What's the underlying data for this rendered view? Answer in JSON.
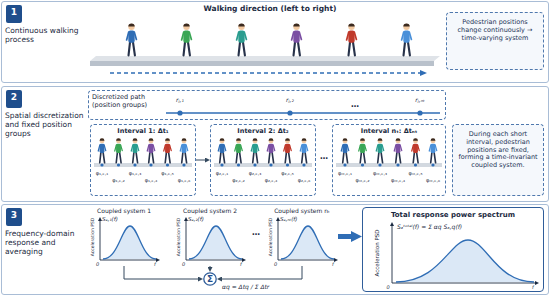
{
  "diagram": {
    "nodes": [
      {
        "text": [
          "Continuous walking process"
        ]
      },
      {
        "text": [
          "1"
        ],
        "in": 0
      },
      {
        "text": [
          "Pedestrian positions change continuously → time-varying system"
        ],
        "in": 0
      },
      {
        "text": [
          "Spatial discretization and fixed position groups"
        ]
      },
      {
        "text": [
          "2"
        ],
        "in": 3
      },
      {
        "text": [
          "Discretized path (position groups)"
        ],
        "in": 3
      },
      {
        "text": [
          "Interval 1: Δt₁"
        ],
        "in": 3
      },
      {
        "text": [
          "Interval 2: Δt₂"
        ],
        "in": 3
      },
      {
        "text": [
          "Interval nₜ: Δtₙₜ"
        ],
        "in": 3
      },
      {
        "text": [
          "During each short interval, pedestrian positions are fixed, forming a time-invariant coupled system."
        ],
        "in": 3
      },
      {
        "text": [
          "Frequency-domain response and averaging"
        ]
      },
      {
        "text": [
          "3"
        ],
        "in": 10
      },
      {
        "text": [
          "Coupled system 1",
          "Sₐ,₁(f)"
        ],
        "in": 10
      },
      {
        "text": [
          "Coupled system 2",
          "Sₐ,₂(f)"
        ],
        "in": 10
      },
      {
        "text": [
          "Coupled system nₜ",
          "Sₐ,ₙₜ(f)"
        ],
        "in": 10
      },
      {
        "text": [
          "Σ"
        ],
        "in": 10
      },
      {
        "text": [
          "Total response power spectrum",
          "Sₐᵗᵒᵗᵃˡ(f) = Σ αq Sₐ,q(f)"
        ],
        "in": 10
      }
    ],
    "edges": [
      {
        "from": 6,
        "to": 7,
        "arrow": "to"
      },
      {
        "from": 12,
        "to": 15,
        "arrow": "to"
      },
      {
        "from": 13,
        "to": 15,
        "arrow": "to"
      },
      {
        "from": 14,
        "to": 15,
        "arrow": "to"
      },
      {
        "from": 14,
        "to": 16,
        "arrow": "to"
      }
    ],
    "labels": [
      "Walking direction (left to right)",
      "rⱼ,₁",
      "rⱼ,₂",
      "rⱼ,ₙₜ",
      "…",
      "φ₁,ₖ,₁",
      "φ₁,ₖ,₂",
      "φ₁,ₖ,₃",
      "φ₁,ₖ,₄",
      "φ₁,ₖ,₅",
      "φ₁,ₖ,₆",
      "φ₂,ₖ,₁",
      "φ₂,ₖ,₂",
      "φ₂,ₖ,₃",
      "φ₂,ₖ,₄",
      "φ₂,ₖ,₅",
      "φ₂,ₖ,₆",
      "φₙₜ,ₖ,₁",
      "φₙₜ,ₖ,₂",
      "φₙₜ,ₖ,₃",
      "φₙₜ,ₖ,₄",
      "φₙₜ,ₖ,₅",
      "φₙₜ,ₖ,₆",
      "…",
      "…",
      "Acceleration PSD",
      "0",
      "f",
      "Acceleration PSD",
      "0",
      "f",
      "Acceleration PSD",
      "0",
      "f",
      "Acceleration PSD",
      "0",
      "f",
      "αq = Δtq / Σ Δtr"
    ]
  }
}
